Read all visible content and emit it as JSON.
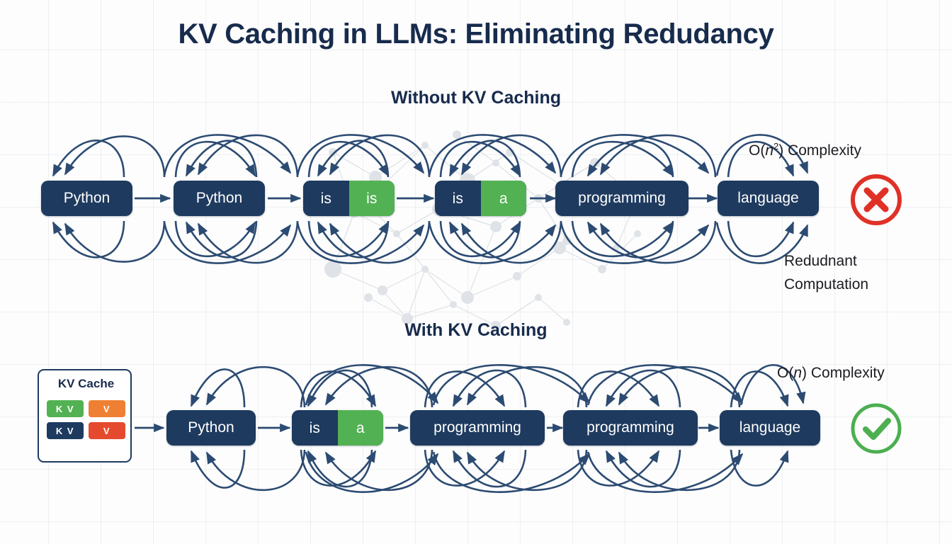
{
  "page": {
    "title": "KV Caching in LLMs: Eliminating Redudancy",
    "background_color": "#fdfdfd",
    "navy": "#1e3a5f",
    "green": "#52b152",
    "orange": "#ef8033",
    "red": "#e64a2e",
    "fail_color": "#e03127",
    "ok_color": "#4caf50"
  },
  "sections": [
    {
      "id": "without",
      "heading": "Without KV Caching",
      "complexity_prefix": "O(",
      "complexity_var": "n",
      "complexity_exp": "2",
      "complexity_suffix": ") Complexity",
      "note_line1": "Redudnant",
      "note_line2": "Computation",
      "status_icon": "cross-circle-icon",
      "tokens": [
        {
          "left": "Python",
          "right": null,
          "split": false
        },
        {
          "left": "Python",
          "right": null,
          "split": false
        },
        {
          "left": "is",
          "right": "is",
          "split": true
        },
        {
          "left": "is",
          "right": "a",
          "split": true
        },
        {
          "left": "programming",
          "right": null,
          "split": false
        },
        {
          "left": "language",
          "right": null,
          "split": false
        }
      ]
    },
    {
      "id": "with",
      "heading": "With KV Caching",
      "complexity_prefix": "O(",
      "complexity_var": "n",
      "complexity_exp": "",
      "complexity_suffix": ") Complexity",
      "status_icon": "check-circle-icon",
      "tokens": [
        {
          "left": "Python",
          "right": null,
          "split": false
        },
        {
          "left": "is",
          "right": "a",
          "split": true
        },
        {
          "left": "programming",
          "right": null,
          "split": false
        },
        {
          "left": "programming",
          "right": null,
          "split": false
        },
        {
          "left": "language",
          "right": null,
          "split": false
        }
      ]
    }
  ],
  "kv_cache": {
    "title": "KV Cache",
    "chips": [
      {
        "label": "K V",
        "color": "#52b152"
      },
      {
        "label": "V",
        "color": "#ef8033"
      },
      {
        "label": "K V",
        "color": "#1e3a5f"
      },
      {
        "label": "V",
        "color": "#e64a2e"
      }
    ]
  }
}
